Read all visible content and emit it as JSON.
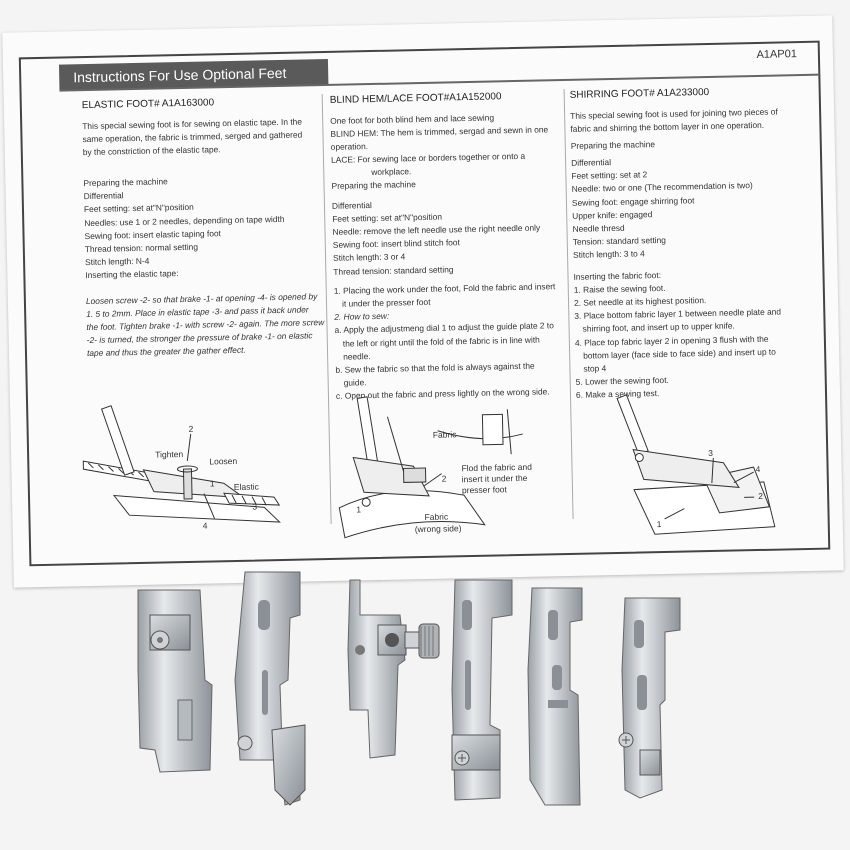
{
  "sheet": {
    "title": "Instructions For Use Optional Feet",
    "code": "A1AP01",
    "col1": {
      "heading": "ELASTIC FOOT# A1A163000",
      "intro": [
        "This special sewing foot is for sewing on elastic tape. In the",
        "same operation, the fabric is trimmed, serged and gathered",
        "by the constriction of the elastic tape."
      ],
      "setup": [
        "Preparing the machine",
        "Differential",
        "Feet setting: set at\"N\"position",
        "Needles: use 1 or 2 needles, depending on tape width",
        "Sewing foot: insert elastic taping foot",
        "Thread tension: normal setting",
        "Stitch length: N-4",
        "Inserting the elastic tape:"
      ],
      "steps": [
        "Loosen screw -2- so that brake -1- at opening -4- is opened by",
        "1. 5 to 2mm. Place in elastic tape -3- and pass it back under",
        "the foot. Tighten brake -1- with screw -2- again. The more screw",
        "-2- is turned, the stronger the pressure of brake -1- on elastic",
        "tape and thus the greater the gather effect."
      ],
      "labels": {
        "tighten": "Tighten",
        "loosen": "Loosen",
        "elastic": "Elastic",
        "n1": "1",
        "n2": "2",
        "n3": "3",
        "n4": "4"
      }
    },
    "col2": {
      "heading": "BLIND HEM/LACE FOOT#A1A152000",
      "intro": [
        "One foot for both blind hem and lace sewing",
        "BLIND HEM: The hem is trimmed, sergad and sewn in one",
        "operation.",
        "LACE: For sewing lace or borders together or onto a",
        "workplace."
      ],
      "setup": [
        "Preparing the machine",
        "Differential",
        "Feet setting: set at\"N\"position",
        "Needle: remove the left needle use the right needle only",
        "Sewing foot: insert blind stitch foot",
        "Stitch length: 3 or 4",
        "Thread tension: standard setting"
      ],
      "steps": [
        "1. Placing the work under the foot, Fold the fabric and insert",
        "it under the presser foot",
        "2. How to sew:",
        "a. Apply the adjustmeng dial 1 to adjust the guide plate 2 to",
        "the left or right until the fold of the fabric is in line with",
        "needle.",
        "b. Sew the fabric so that the fold is always against the",
        "guide.",
        "c. Open out the fabric and press lightly on the wrong side."
      ],
      "labels": {
        "fabric": "Fabric",
        "fold1": "Flod the fabric and",
        "fold2": "insert it under the",
        "fold3": "presser foot",
        "fabric2": "Fabric",
        "wrong": "(wrong side)",
        "n1": "1",
        "n2": "2"
      }
    },
    "col3": {
      "heading": "SHIRRING FOOT# A1A233000",
      "intro": [
        "This special sewing foot is used for joining two pieces of",
        "fabric and shirring the bottom layer in one operation."
      ],
      "setup": [
        "Preparing the machine",
        "Differential",
        "Feet setting: set at 2",
        "Needle: two or one (The recommendation is two)",
        "Sewing foot: engage shirring foot",
        "Upper knife: engaged",
        "Needle thresd",
        "Tension: standard setting",
        "Stitch length: 3 to 4"
      ],
      "steps": [
        "Inserting the fabric foot:",
        "1. Raise the sewing foot.",
        "2. Set needle at its highest position.",
        "3. Place bottom fabric layer 1 between needle plate and",
        "shirring foot, and insert up to upper knife.",
        "4. Place top fabric layer 2 in opening 3 flush with the",
        "bottom layer (face side to face side) and insert up to",
        "stop 4",
        "5. Lower the sewing foot.",
        "6. Make a sewing test."
      ],
      "labels": {
        "n1": "1",
        "n2": "2",
        "n3": "3",
        "n4": "4"
      }
    }
  }
}
